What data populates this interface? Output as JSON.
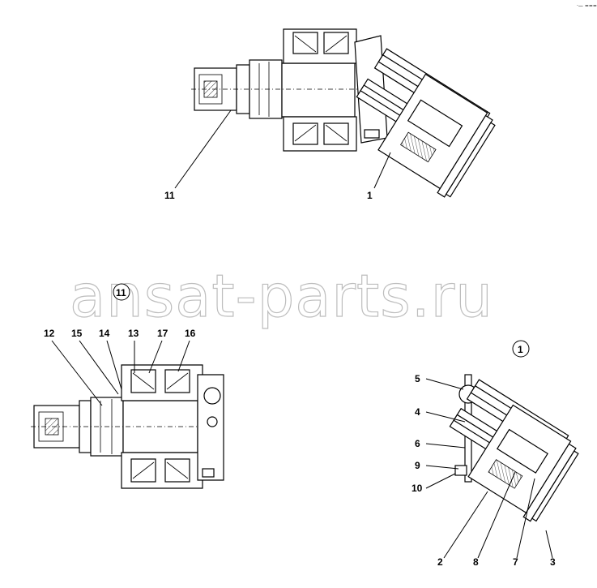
{
  "corner_mark": "·— ===",
  "watermark": "ansat-parts.ru",
  "detail_marker": "1",
  "labels": {
    "top": [
      "11",
      "1"
    ],
    "left": [
      "12",
      "15",
      "14",
      "13",
      "17",
      "16",
      "11"
    ],
    "right": [
      "5",
      "4",
      "6",
      "9",
      "10",
      "2",
      "8",
      "7",
      "3"
    ]
  }
}
